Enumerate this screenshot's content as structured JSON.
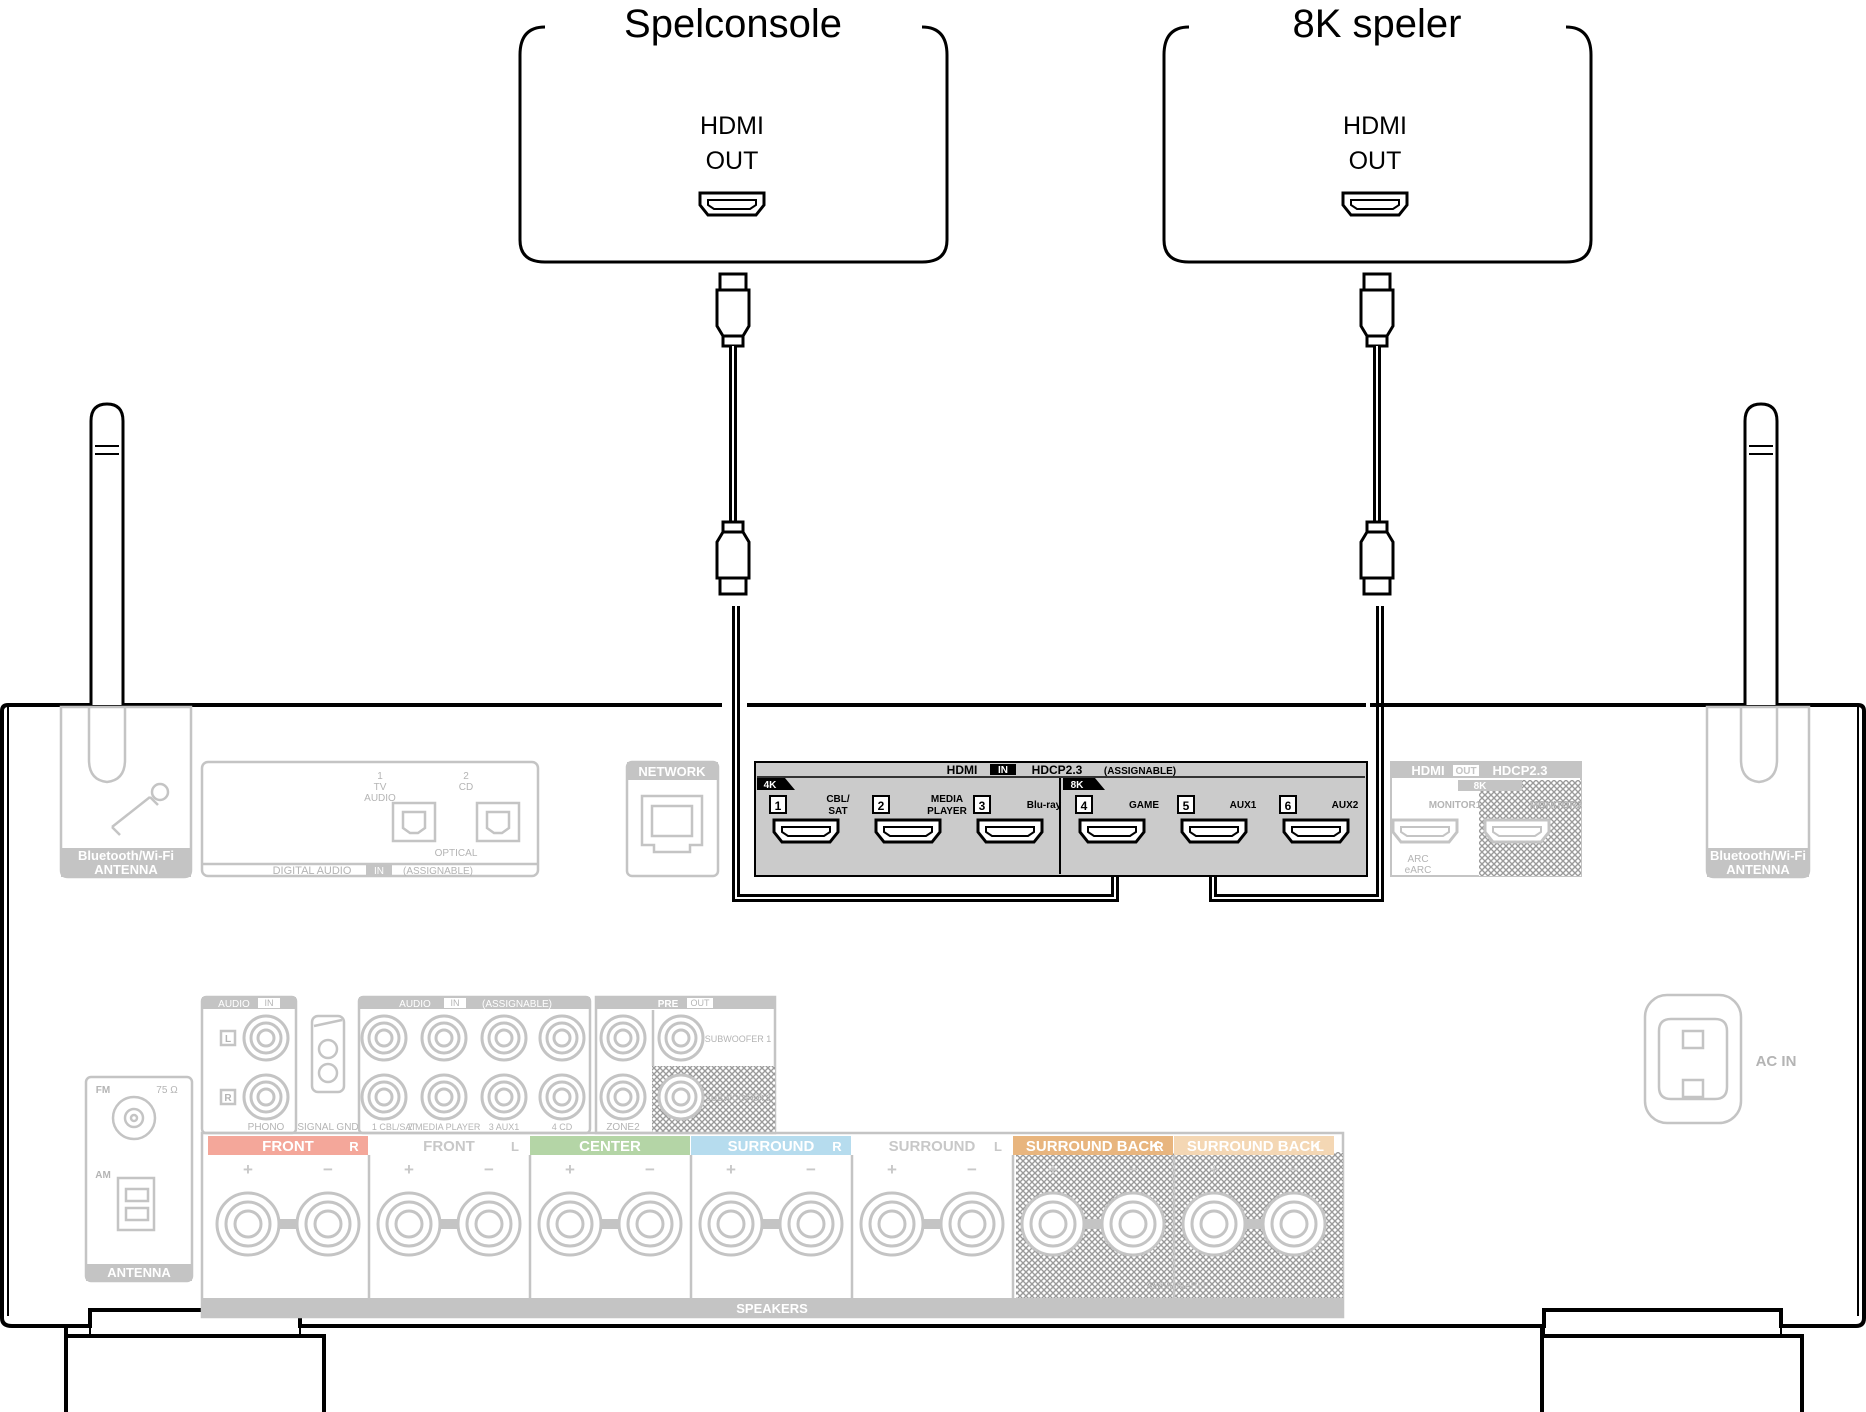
{
  "devices": {
    "game_console": {
      "title": "Spelconsole",
      "port_line1": "HDMI",
      "port_line2": "OUT"
    },
    "player_8k": {
      "title": "8K speler",
      "port_line1": "HDMI",
      "port_line2": "OUT"
    }
  },
  "hdmi_in_panel": {
    "header": "HDMI",
    "in_tag": "IN",
    "hdcp": "HDCP2.3",
    "assignable": "(ASSIGNABLE)",
    "badge_4k": "4K",
    "badge_8k": "8K",
    "inputs": [
      {
        "num": "1",
        "label": "CBL/\nSAT"
      },
      {
        "num": "2",
        "label": ""
      },
      {
        "num": "",
        "label": "MEDIA\nPLAYER"
      },
      {
        "num": "3",
        "label": "Blu-ray"
      },
      {
        "num": "4",
        "label": "GAME"
      },
      {
        "num": "5",
        "label": "AUX1"
      },
      {
        "num": "6",
        "label": "AUX2"
      }
    ]
  },
  "hdmi_out_panel": {
    "header": "HDMI",
    "out_tag": "OUT",
    "hdcp": "HDCP2.3",
    "badge_8k": "8K",
    "monitor1": "MONITOR1",
    "monitor2": "MONITOR2",
    "arc_line1": "ARC",
    "arc_line2": "eARC"
  },
  "left_antenna_label": {
    "line1": "Bluetooth/Wi-Fi",
    "line2": "ANTENNA"
  },
  "right_antenna_label": {
    "line1": "Bluetooth/Wi-Fi",
    "line2": "ANTENNA"
  },
  "digital_audio": {
    "input1_num": "1",
    "input1_line1": "TV",
    "input1_line2": "AUDIO",
    "input2_num": "2",
    "input2_label": "CD",
    "optical": "OPTICAL",
    "footer": "DIGITAL AUDIO",
    "in_tag": "IN",
    "assignable": "(ASSIGNABLE)"
  },
  "network": {
    "label": "NETWORK"
  },
  "analog_audio": {
    "audio_in": "AUDIO",
    "in_tag": "IN",
    "audio_in_assignable": "AUDIO",
    "in_tag2": "IN",
    "assignable": "(ASSIGNABLE)",
    "l": "L",
    "r": "R",
    "phono": "PHONO",
    "signal_gnd": "SIGNAL GND",
    "inputs": [
      "1 CBL/SAT",
      "2 MEDIA PLAYER",
      "3 AUX1",
      "4 CD"
    ],
    "pre_out": "PRE",
    "out_tag": "OUT",
    "zone2": "ZONE2",
    "sub1": "SUBWOOFER 1",
    "sub2": "SUBWOOFER 2"
  },
  "antenna": {
    "fm": "FM",
    "ohm": "75 Ω",
    "am": "AM",
    "label": "ANTENNA"
  },
  "speakers": {
    "groups": [
      {
        "name": "FRONT",
        "side": "R",
        "color": "#f4a79a"
      },
      {
        "name": "FRONT",
        "side": "L",
        "color": "#ffffff"
      },
      {
        "name": "CENTER",
        "side": "",
        "color": "#b4d5a6"
      },
      {
        "name": "SURROUND",
        "side": "R",
        "color": "#b6dcee"
      },
      {
        "name": "SURROUND",
        "side": "L",
        "color": "#ffffff"
      },
      {
        "name": "SURROUND BACK",
        "side": "R",
        "color": "#e8b57e"
      },
      {
        "name": "SURROUND BACK",
        "side": "L",
        "color": "#f4d7b4"
      }
    ],
    "plus": "+",
    "minus": "−",
    "assignable": "ASSIGNABLE",
    "footer": "SPEAKERS"
  },
  "ac_in": {
    "label": "AC IN"
  },
  "colors": {
    "outline": "#000000",
    "panel_grey": "#c4c4c4",
    "hdmi_panel": "#cbcbcb"
  }
}
